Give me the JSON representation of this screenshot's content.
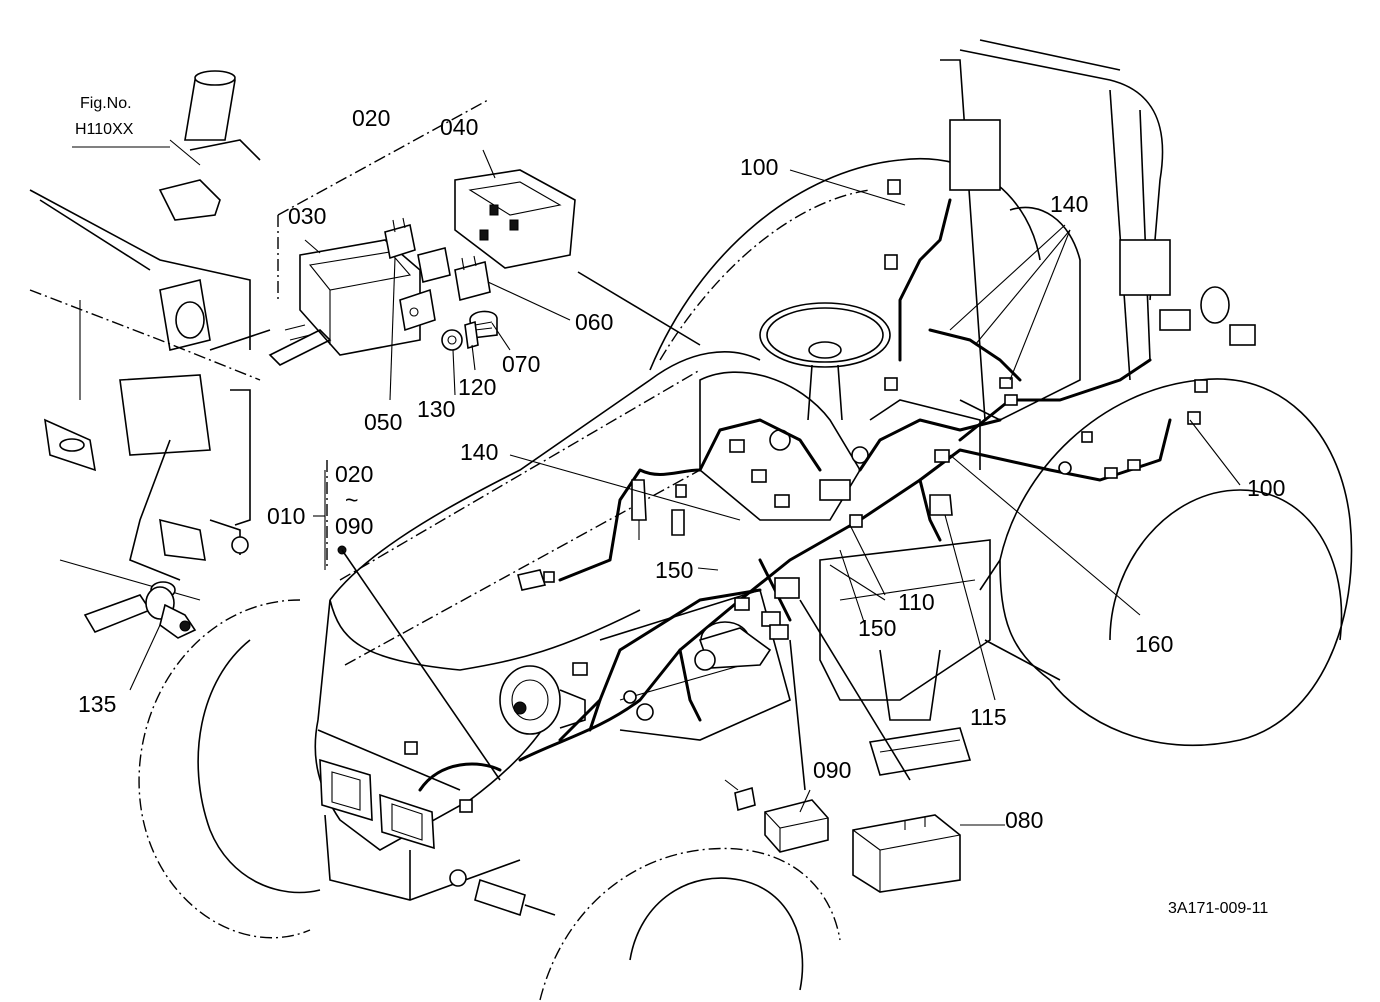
{
  "figure": {
    "fig_label": "Fig.No.",
    "fig_ref": "H110XX",
    "drawing_number": "3A171-009-11"
  },
  "callouts": {
    "c010": "010",
    "c020": "020",
    "c030": "030",
    "c040": "040",
    "c050": "050",
    "c060": "060",
    "c070": "070",
    "c080": "080",
    "c090": "090",
    "c100a": "100",
    "c100b": "100",
    "c110": "110",
    "c115": "115",
    "c120": "120",
    "c130": "130",
    "c135": "135",
    "c140a": "140",
    "c140b": "140",
    "c150a": "150",
    "c150b": "150",
    "c160": "160",
    "range_from": "020",
    "range_tilde": "~",
    "range_to": "090"
  }
}
